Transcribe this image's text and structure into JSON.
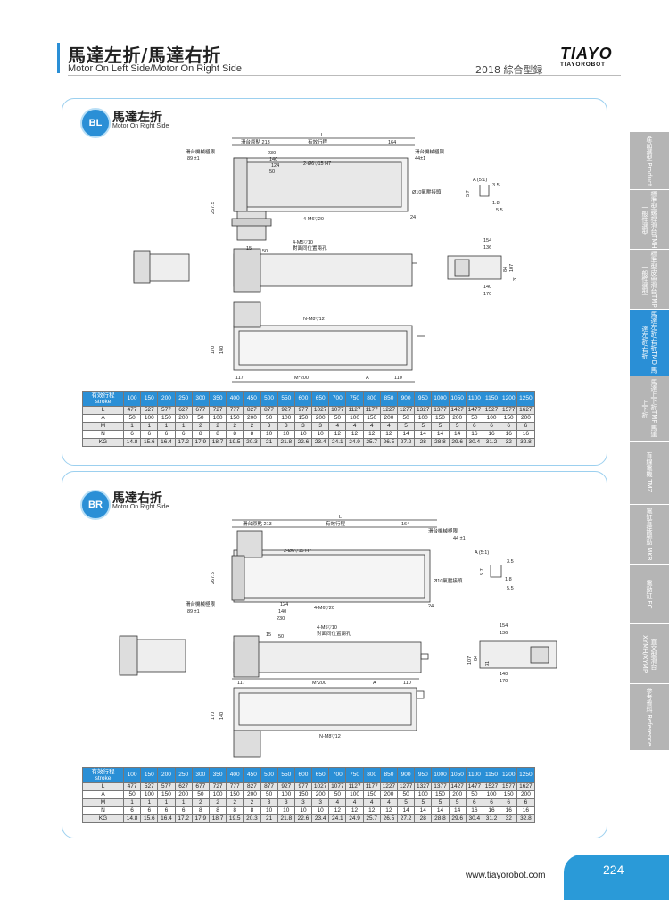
{
  "header": {
    "title": "馬達左折/馬達右折",
    "subtitle": "Motor On Left Side/Motor On Right Side",
    "catalog": "2018 綜合型録",
    "logo_main": "TIAYO",
    "logo_sub": "TIAYOROBOT"
  },
  "sections": [
    {
      "badge": "BL",
      "title": "馬達左折",
      "subtitle": "Motor On Right Side",
      "labels": {
        "L": "L",
        "slide_origin": "滑台原點 213",
        "stroke": "有效行程",
        "end": "164",
        "mech_limit_left": "滑台機械極限",
        "limit_left_val": "89 ±1",
        "mech_limit_right": "滑台機械極限",
        "limit_right_val": "44±1",
        "d230": "230",
        "d140": "140",
        "d124": "124",
        "d50": "50",
        "hole": "2-Ø6▽15 H7",
        "air": "Ø10氣壓接頭",
        "m6": "4-M6▽20",
        "h267": "267.5",
        "d24": "24",
        "detailA": "A (5:1)",
        "d3_5": "3.5",
        "d5_7": "5.7",
        "d1_8": "1.8",
        "d5_5": "5.5",
        "m5": "4-M5▽10",
        "m5_note": "對面同位置兩孔",
        "d15": "15",
        "d50b": "50",
        "d154": "154",
        "d136": "136",
        "d31": "31",
        "d84": "84",
        "d107": "107",
        "d140b": "140",
        "d170": "170",
        "n_m8": "N-M8▽12",
        "h170": "170",
        "h140": "140",
        "d117": "117",
        "m200": "M*200",
        "a": "A",
        "d110": "110"
      }
    },
    {
      "badge": "BR",
      "title": "馬達右折",
      "subtitle": "Motor On Right Side",
      "labels": {
        "L": "L",
        "slide_origin": "滑台原點 213",
        "stroke": "有效行程",
        "end": "164",
        "mech_limit_left": "滑台機械極限",
        "limit_left_val": "89 ±1",
        "mech_limit_right": "滑台機械極限",
        "limit_right_val": "44 ±1",
        "d230": "230",
        "d140": "140",
        "d124": "124",
        "hole": "2-Ø6▽15 H7",
        "air": "Ø10氣壓接頭",
        "m6": "4-M6▽20",
        "h267": "267.5",
        "d24": "24",
        "detailA": "A (5:1)",
        "d3_5": "3.5",
        "d5_7": "5.7",
        "d1_8": "1.8",
        "d5_5": "5.5",
        "m5": "4-M5▽10",
        "m5_note": "對面同位置兩孔",
        "d15": "15",
        "d50b": "50",
        "d154": "154",
        "d136": "136",
        "d31": "31",
        "d84": "84",
        "d107": "107",
        "d140b": "140",
        "d170": "170",
        "n_m8": "N-M8▽12",
        "h170": "170",
        "h140": "140",
        "d117": "117",
        "m200": "M*200",
        "a": "A",
        "d110": "110"
      }
    }
  ],
  "table": {
    "head_cn": "有效行程",
    "head_en": "stroke",
    "strokes": [
      "100",
      "150",
      "200",
      "250",
      "300",
      "350",
      "400",
      "450",
      "500",
      "550",
      "600",
      "650",
      "700",
      "750",
      "800",
      "850",
      "900",
      "950",
      "1000",
      "1050",
      "1100",
      "1150",
      "1200",
      "1250"
    ],
    "rows": [
      {
        "label": "L",
        "values": [
          "477",
          "527",
          "577",
          "627",
          "677",
          "727",
          "777",
          "827",
          "877",
          "927",
          "977",
          "1027",
          "1077",
          "1127",
          "1177",
          "1227",
          "1277",
          "1327",
          "1377",
          "1427",
          "1477",
          "1527",
          "1577",
          "1627"
        ]
      },
      {
        "label": "A",
        "values": [
          "50",
          "100",
          "150",
          "200",
          "50",
          "100",
          "150",
          "200",
          "50",
          "100",
          "150",
          "200",
          "50",
          "100",
          "150",
          "200",
          "50",
          "100",
          "150",
          "200",
          "50",
          "100",
          "150",
          "200"
        ]
      },
      {
        "label": "M",
        "values": [
          "1",
          "1",
          "1",
          "1",
          "2",
          "2",
          "2",
          "2",
          "3",
          "3",
          "3",
          "3",
          "4",
          "4",
          "4",
          "4",
          "5",
          "5",
          "5",
          "5",
          "6",
          "6",
          "6",
          "6"
        ]
      },
      {
        "label": "N",
        "values": [
          "6",
          "6",
          "6",
          "6",
          "8",
          "8",
          "8",
          "8",
          "10",
          "10",
          "10",
          "10",
          "12",
          "12",
          "12",
          "12",
          "14",
          "14",
          "14",
          "14",
          "16",
          "16",
          "16",
          "16"
        ]
      },
      {
        "label": "KG",
        "values": [
          "14.8",
          "15.6",
          "16.4",
          "17.2",
          "17.9",
          "18.7",
          "19.5",
          "20.3",
          "21",
          "21.8",
          "22.6",
          "23.4",
          "24.1",
          "24.9",
          "25.7",
          "26.5",
          "27.2",
          "28",
          "28.8",
          "29.6",
          "30.4",
          "31.2",
          "32",
          "32.8"
        ]
      }
    ]
  },
  "side_tabs": [
    "產品選型 Product",
    "標準型螺桿滑台TMH 一般性選型",
    "標準型皮帶滑台TMP 一般性選型",
    "馬達左折/右折TMD 馬達左折/右折",
    "馬達上下折TMF 馬達上下折",
    "直線電機 TMZ",
    "電缸直接驅動 MKR",
    "電動缸 EC",
    "直交型滑台 XYMH/XYMP",
    "參考資料 Reference"
  ],
  "footer": {
    "url": "www.tiayorobot.com",
    "page": "224"
  },
  "colors": {
    "accent": "#2a8fd6",
    "tab_gray": "#b5b5b5",
    "panel_border": "#9cd0ef"
  }
}
